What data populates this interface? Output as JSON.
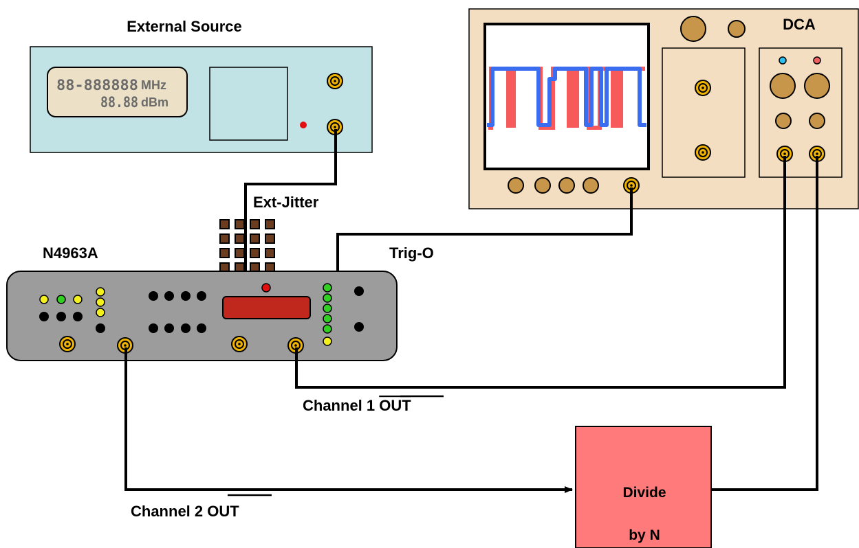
{
  "labels": {
    "external_source": "External Source",
    "dca": "DCA",
    "n4963a": "N4963A",
    "ext_jitter": "Ext-Jitter",
    "trig_o": "Trig-O",
    "channel1_prefix": "Channel 1 ",
    "channel1_out": "OUT",
    "channel2_prefix": "Channel 2 ",
    "channel2_out": "OUT",
    "divide_line1": "Divide",
    "divide_line2": "by N"
  },
  "source_display": {
    "freq_digits": "88-888888",
    "freq_unit": "MHz",
    "power_digits": "88.88",
    "power_unit": "dBm"
  },
  "colors": {
    "source_panel": "#c2e3e6",
    "dca_panel": "#f3dec2",
    "n4963a_panel": "#9c9c9c",
    "divide_box": "#ff7a7a",
    "connector": "#f0b400",
    "waveform_red": "#f75a5a",
    "waveform_blue": "#3a6df0",
    "led_red": "#e01010",
    "led_green": "#30d020",
    "led_yellow": "#f4f020",
    "led_blue": "#30c0f0",
    "knob": "#c8964a",
    "n4963a_display": "#c0281e",
    "keypad_key": "#6b3d1e"
  }
}
